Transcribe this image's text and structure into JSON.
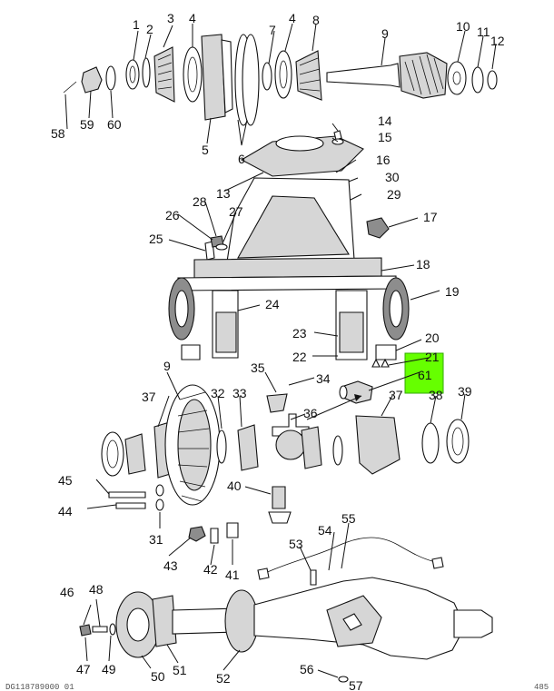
{
  "diagram": {
    "highlight": {
      "callout": "61",
      "color": "#66ff00"
    },
    "callouts": [
      {
        "id": "c1",
        "text": "1"
      },
      {
        "id": "c2",
        "text": "2"
      },
      {
        "id": "c3",
        "text": "3"
      },
      {
        "id": "c4a",
        "text": "4"
      },
      {
        "id": "c4b",
        "text": "4"
      },
      {
        "id": "c5",
        "text": "5"
      },
      {
        "id": "c6",
        "text": "6"
      },
      {
        "id": "c7",
        "text": "7"
      },
      {
        "id": "c8",
        "text": "8"
      },
      {
        "id": "c9a",
        "text": "9"
      },
      {
        "id": "c9b",
        "text": "9"
      },
      {
        "id": "c10",
        "text": "10"
      },
      {
        "id": "c11",
        "text": "11"
      },
      {
        "id": "c12",
        "text": "12"
      },
      {
        "id": "c13",
        "text": "13"
      },
      {
        "id": "c14",
        "text": "14"
      },
      {
        "id": "c15",
        "text": "15"
      },
      {
        "id": "c16",
        "text": "16"
      },
      {
        "id": "c17",
        "text": "17"
      },
      {
        "id": "c18",
        "text": "18"
      },
      {
        "id": "c19",
        "text": "19"
      },
      {
        "id": "c20",
        "text": "20"
      },
      {
        "id": "c21",
        "text": "21"
      },
      {
        "id": "c22",
        "text": "22"
      },
      {
        "id": "c23",
        "text": "23"
      },
      {
        "id": "c24",
        "text": "24"
      },
      {
        "id": "c25",
        "text": "25"
      },
      {
        "id": "c26",
        "text": "26"
      },
      {
        "id": "c27",
        "text": "27"
      },
      {
        "id": "c28",
        "text": "28"
      },
      {
        "id": "c29",
        "text": "29"
      },
      {
        "id": "c30",
        "text": "30"
      },
      {
        "id": "c31",
        "text": "31"
      },
      {
        "id": "c32",
        "text": "32"
      },
      {
        "id": "c33",
        "text": "33"
      },
      {
        "id": "c34",
        "text": "34"
      },
      {
        "id": "c35",
        "text": "35"
      },
      {
        "id": "c36",
        "text": "36"
      },
      {
        "id": "c37a",
        "text": "37"
      },
      {
        "id": "c37b",
        "text": "37"
      },
      {
        "id": "c38",
        "text": "38"
      },
      {
        "id": "c39",
        "text": "39"
      },
      {
        "id": "c40",
        "text": "40"
      },
      {
        "id": "c41",
        "text": "41"
      },
      {
        "id": "c42",
        "text": "42"
      },
      {
        "id": "c43",
        "text": "43"
      },
      {
        "id": "c44",
        "text": "44"
      },
      {
        "id": "c45",
        "text": "45"
      },
      {
        "id": "c46",
        "text": "46"
      },
      {
        "id": "c47",
        "text": "47"
      },
      {
        "id": "c48",
        "text": "48"
      },
      {
        "id": "c49",
        "text": "49"
      },
      {
        "id": "c50",
        "text": "50"
      },
      {
        "id": "c51",
        "text": "51"
      },
      {
        "id": "c52",
        "text": "52"
      },
      {
        "id": "c53",
        "text": "53"
      },
      {
        "id": "c54",
        "text": "54"
      },
      {
        "id": "c55",
        "text": "55"
      },
      {
        "id": "c56",
        "text": "56"
      },
      {
        "id": "c57",
        "text": "57"
      },
      {
        "id": "c58",
        "text": "58"
      },
      {
        "id": "c59",
        "text": "59"
      },
      {
        "id": "c60",
        "text": "60"
      },
      {
        "id": "c61",
        "text": "61"
      }
    ],
    "footer_left": "DG118789000 01",
    "footer_right": "485"
  }
}
